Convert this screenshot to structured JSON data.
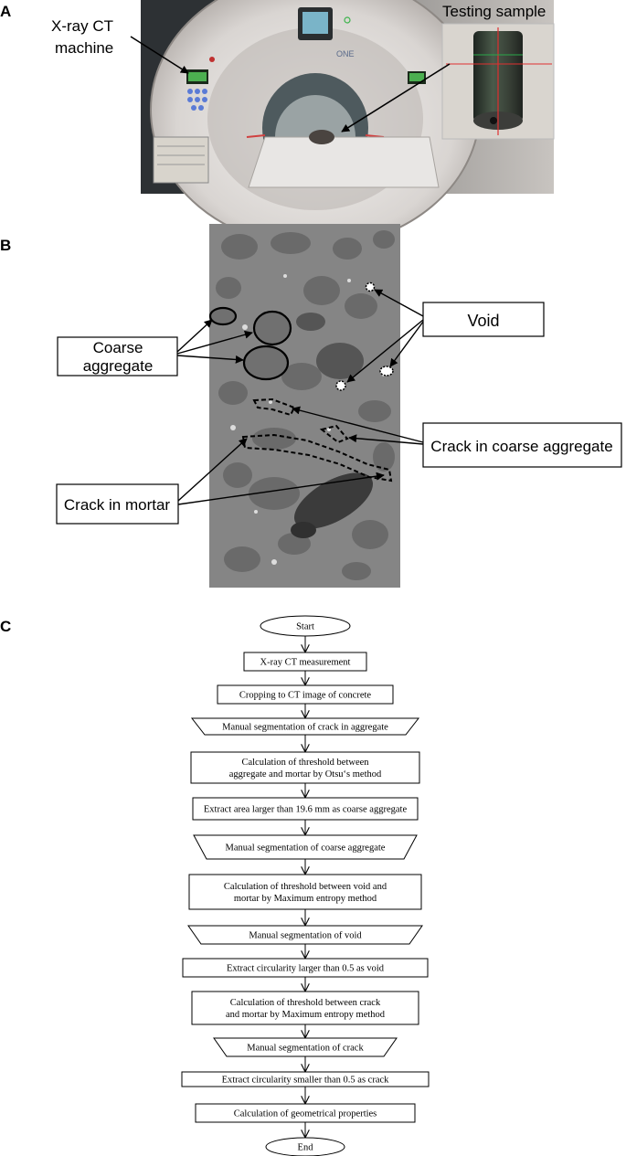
{
  "panel_a": {
    "letter": "A",
    "ct_label_line1": "X-ray CT",
    "ct_label_line2": "machine",
    "sample_label": "Testing sample",
    "machine_brand": "ONE"
  },
  "panel_b": {
    "letter": "B",
    "void_label": "Void",
    "coarse_line1": "Coarse",
    "coarse_line2": "aggregate",
    "crack_aggregate_label": "Crack in coarse aggregate",
    "crack_mortar_label": "Crack in mortar"
  },
  "panel_c": {
    "letter": "C",
    "steps": [
      {
        "id": "start",
        "shape": "terminal",
        "lines": [
          "Start"
        ]
      },
      {
        "id": "ct-measurement",
        "shape": "process",
        "lines": [
          "X-ray CT measurement"
        ]
      },
      {
        "id": "cropping",
        "shape": "process",
        "lines": [
          "Cropping to CT image of concrete"
        ]
      },
      {
        "id": "manual-crack-aggregate",
        "shape": "manual",
        "lines": [
          "Manual segmentation of crack in aggregate"
        ]
      },
      {
        "id": "otsu-threshold",
        "shape": "process",
        "lines": [
          "Calculation of threshold between",
          "aggregate and mortar by Otsu‘s method"
        ]
      },
      {
        "id": "extract-area",
        "shape": "process",
        "lines": [
          "Extract area larger than 19.6 mm as coarse aggregate"
        ]
      },
      {
        "id": "manual-coarse",
        "shape": "manual",
        "lines": [
          "Manual segmentation of coarse aggregate"
        ]
      },
      {
        "id": "void-threshold",
        "shape": "process",
        "lines": [
          "Calculation of threshold between void and",
          "mortar by Maximum entropy method"
        ]
      },
      {
        "id": "manual-void",
        "shape": "manual",
        "lines": [
          "Manual segmentation of void"
        ]
      },
      {
        "id": "extract-void",
        "shape": "process",
        "lines": [
          "Extract circularity larger than 0.5 as void"
        ]
      },
      {
        "id": "crack-threshold",
        "shape": "process",
        "lines": [
          "Calculation of threshold between crack",
          "and mortar by Maximum entropy method"
        ]
      },
      {
        "id": "manual-crack",
        "shape": "manual",
        "lines": [
          "Manual segmentation of crack"
        ]
      },
      {
        "id": "extract-crack",
        "shape": "process",
        "lines": [
          "Extract circularity smaller than 0.5 as crack"
        ]
      },
      {
        "id": "geometric",
        "shape": "process",
        "lines": [
          "Calculation of geometrical properties"
        ]
      },
      {
        "id": "end",
        "shape": "terminal",
        "lines": [
          "End"
        ]
      }
    ]
  }
}
